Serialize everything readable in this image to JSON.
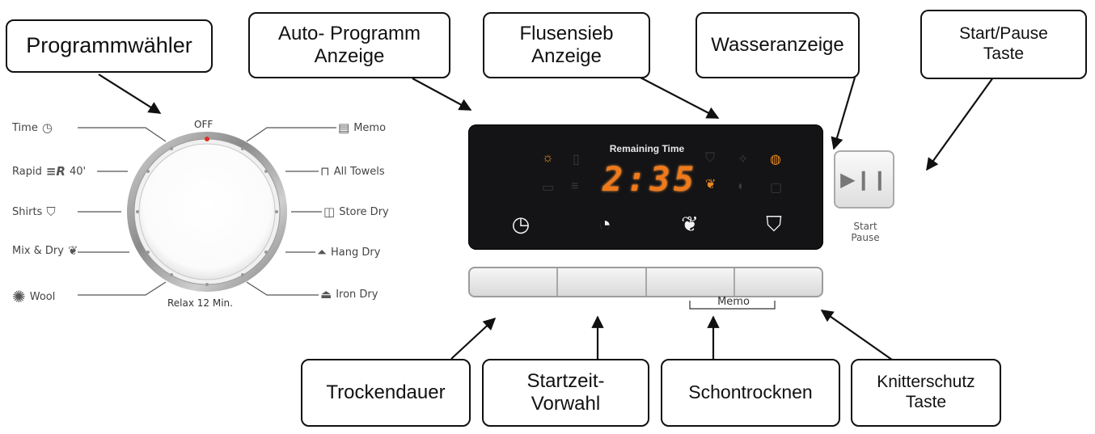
{
  "callouts": {
    "programmwaehler": "Programmwähler",
    "auto_programm": [
      "Auto- Programm",
      "Anzeige"
    ],
    "flusensieb": [
      "Flusensieb",
      "Anzeige"
    ],
    "wasseranzeige": "Wasseranzeige",
    "start_pause": [
      "Start/Pause",
      "Taste"
    ],
    "trockendauer": "Trockendauer",
    "startzeit": [
      "Startzeit-",
      "Vorwahl"
    ],
    "schontrocknen": "Schontrocknen",
    "knitterschutz": [
      "Knitterschutz",
      "Taste"
    ]
  },
  "dial": {
    "top_label": "OFF",
    "bottom_label": "Relax 12 Min.",
    "left_programs": [
      {
        "label": "Time",
        "icon": "clock-icon"
      },
      {
        "label": "Rapid",
        "extra": "40'",
        "icon": "rapid-r-icon"
      },
      {
        "label": "Shirts",
        "icon": "shirt-icon"
      },
      {
        "label": "Mix & Dry",
        "icon": "mix-dry-icon"
      },
      {
        "label": "Wool",
        "icon": "wool-ball-icon"
      }
    ],
    "right_programs": [
      {
        "label": "Memo",
        "icon": "memo-icon"
      },
      {
        "label": "All Towels",
        "icon": "towel-icon"
      },
      {
        "label": "Store Dry",
        "icon": "cupboard-icon"
      },
      {
        "label": "Hang Dry",
        "icon": "hanger-icon"
      },
      {
        "label": "Iron Dry",
        "icon": "iron-icon"
      }
    ]
  },
  "display": {
    "remaining_label": "Remaining Time",
    "time": "2:35"
  },
  "buttons": {
    "memo_label": "Memo",
    "start_line1": "Start",
    "start_line2": "Pause"
  },
  "colors": {
    "display_digits": "#ee7a1c",
    "panel": "#141416",
    "dial_marker": "#e03020"
  }
}
